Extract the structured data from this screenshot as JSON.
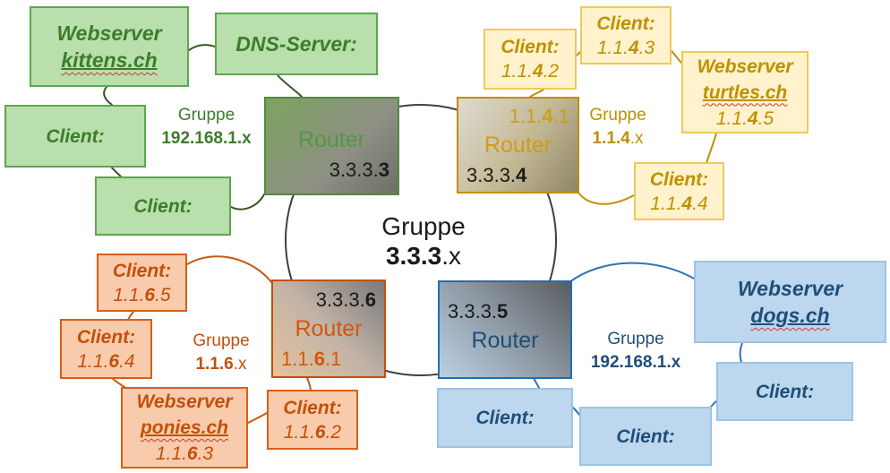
{
  "colors": {
    "green_fill": "#b9dfac",
    "green_border": "#5ea552",
    "green_text": "#3c7d2b",
    "green_line": "#375623",
    "green_router_border": "#4f8c3f",
    "green_router_label": "#579644",
    "yellow_fill": "#fff2cc",
    "yellow_border": "#edc95f",
    "yellow_text": "#bf9000",
    "yellow_line": "#bf9000",
    "yellow_router_border": "#bf9000",
    "yellow_router_label": "#cf9d15",
    "orange_fill": "#f8cbad",
    "orange_border": "#da5f16",
    "orange_text": "#c3500a",
    "orange_line": "#c55a11",
    "orange_router_border": "#c3500a",
    "orange_router_label": "#d4570e",
    "blue_fill": "#bdd7ee",
    "blue_border": "#9dc3e6",
    "blue_text": "#1f4e79",
    "blue_line": "#2e74b5",
    "blue_router_border": "#1f6fb5",
    "blue_router_label": "#1f4e79",
    "ring": "#3f3f3f",
    "ink": "#1a1a1a",
    "squiggle": "#d13438"
  },
  "center": {
    "line1": "Gruppe",
    "net_bold": "3.3.3",
    "net_rest": ".x"
  },
  "green": {
    "webserver": {
      "title": "Webserver",
      "domain": "kittens.ch"
    },
    "dns": {
      "label": "DNS-Server:"
    },
    "client_a": {
      "label": "Client:"
    },
    "client_b": {
      "label": "Client:"
    },
    "router": {
      "name": "Router",
      "wan_pre": "3.3.3.",
      "wan_em": "3"
    },
    "label": {
      "line1": "Gruppe",
      "line2": "192.168.1.x"
    }
  },
  "yellow": {
    "client_2": {
      "label": "Client:",
      "ip_pre": "1.1.",
      "ip_em": "4",
      "ip_post": ".2"
    },
    "client_3": {
      "label": "Client:",
      "ip_pre": "1.1.",
      "ip_em": "4",
      "ip_post": ".3"
    },
    "webserver": {
      "title": "Webserver",
      "domain": "turtles.ch",
      "ip_pre": "1.1.",
      "ip_em": "4",
      "ip_post": ".5"
    },
    "client_4": {
      "label": "Client:",
      "ip_pre": "1.1.",
      "ip_em": "4",
      "ip_post": ".4"
    },
    "router": {
      "lan_pre": "1.1.",
      "lan_em": "4",
      "lan_post": ".1",
      "name": "Router",
      "wan_pre": "3.3.3.",
      "wan_em": "4"
    },
    "label": {
      "line1": "Gruppe",
      "net_bold": "1.1.4",
      "net_rest": ".x"
    }
  },
  "orange": {
    "client_5": {
      "label": "Client:",
      "ip_pre": "1.1.",
      "ip_em": "6",
      "ip_post": ".5"
    },
    "client_4": {
      "label": "Client:",
      "ip_pre": "1.1.",
      "ip_em": "6",
      "ip_post": ".4"
    },
    "webserver": {
      "title": "Webserver",
      "domain": "ponies.ch",
      "ip_pre": "1.1.",
      "ip_em": "6",
      "ip_post": ".3"
    },
    "client_2": {
      "label": "Client:",
      "ip_pre": "1.1.",
      "ip_em": "6",
      "ip_post": ".2"
    },
    "router": {
      "wan_pre": "3.3.3.",
      "wan_em": "6",
      "name": "Router",
      "lan_pre": "1.1.",
      "lan_em": "6",
      "lan_post": ".1"
    },
    "label": {
      "line1": "Gruppe",
      "net_bold": "1.1.6",
      "net_rest": ".x"
    }
  },
  "blue": {
    "router": {
      "wan_pre": "3.3.3.",
      "wan_em": "5",
      "name": "Router"
    },
    "client_a": {
      "label": "Client:"
    },
    "client_b": {
      "label": "Client:"
    },
    "client_c": {
      "label": "Client:"
    },
    "webserver": {
      "title": "Webserver",
      "domain": "dogs.ch"
    },
    "label": {
      "line1": "Gruppe",
      "line2": "192.168.1.x"
    }
  }
}
